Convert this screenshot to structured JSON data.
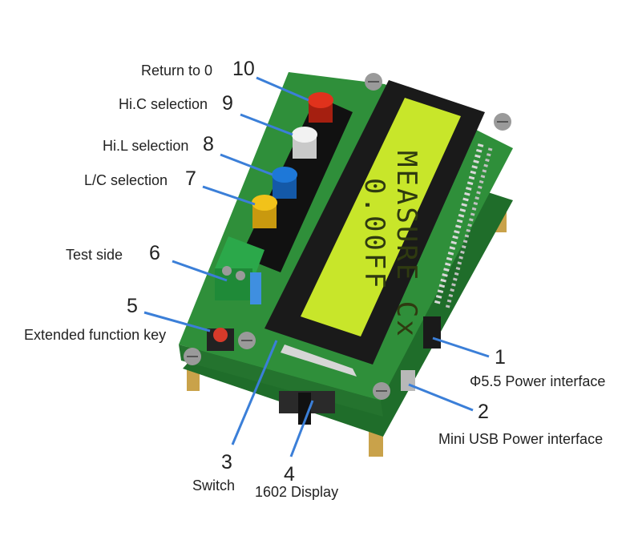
{
  "display": {
    "line1": "MEASURE Cx",
    "line2": "0.00FF"
  },
  "callouts": [
    {
      "num": "10",
      "text": "Return to 0"
    },
    {
      "num": "9",
      "text": "Hi.C selection"
    },
    {
      "num": "8",
      "text": "Hi.L selection"
    },
    {
      "num": "7",
      "text": "L/C selection"
    },
    {
      "num": "6",
      "text": "Test side"
    },
    {
      "num": "5",
      "text": "Extended function key"
    },
    {
      "num": "1",
      "text": "Φ5.5 Power interface"
    },
    {
      "num": "2",
      "text": "Mini USB Power interface"
    },
    {
      "num": "3",
      "text": "Switch"
    },
    {
      "num": "4",
      "text": "1602 Display"
    }
  ],
  "colors": {
    "pcb": "#2f8f3a",
    "lcd_backlight": "#c8e62a",
    "leader": "#3b7fd8",
    "button_red": "#e0321c",
    "button_white": "#f2f2f2",
    "button_blue": "#1e78d8",
    "button_yellow": "#f2c21a"
  }
}
